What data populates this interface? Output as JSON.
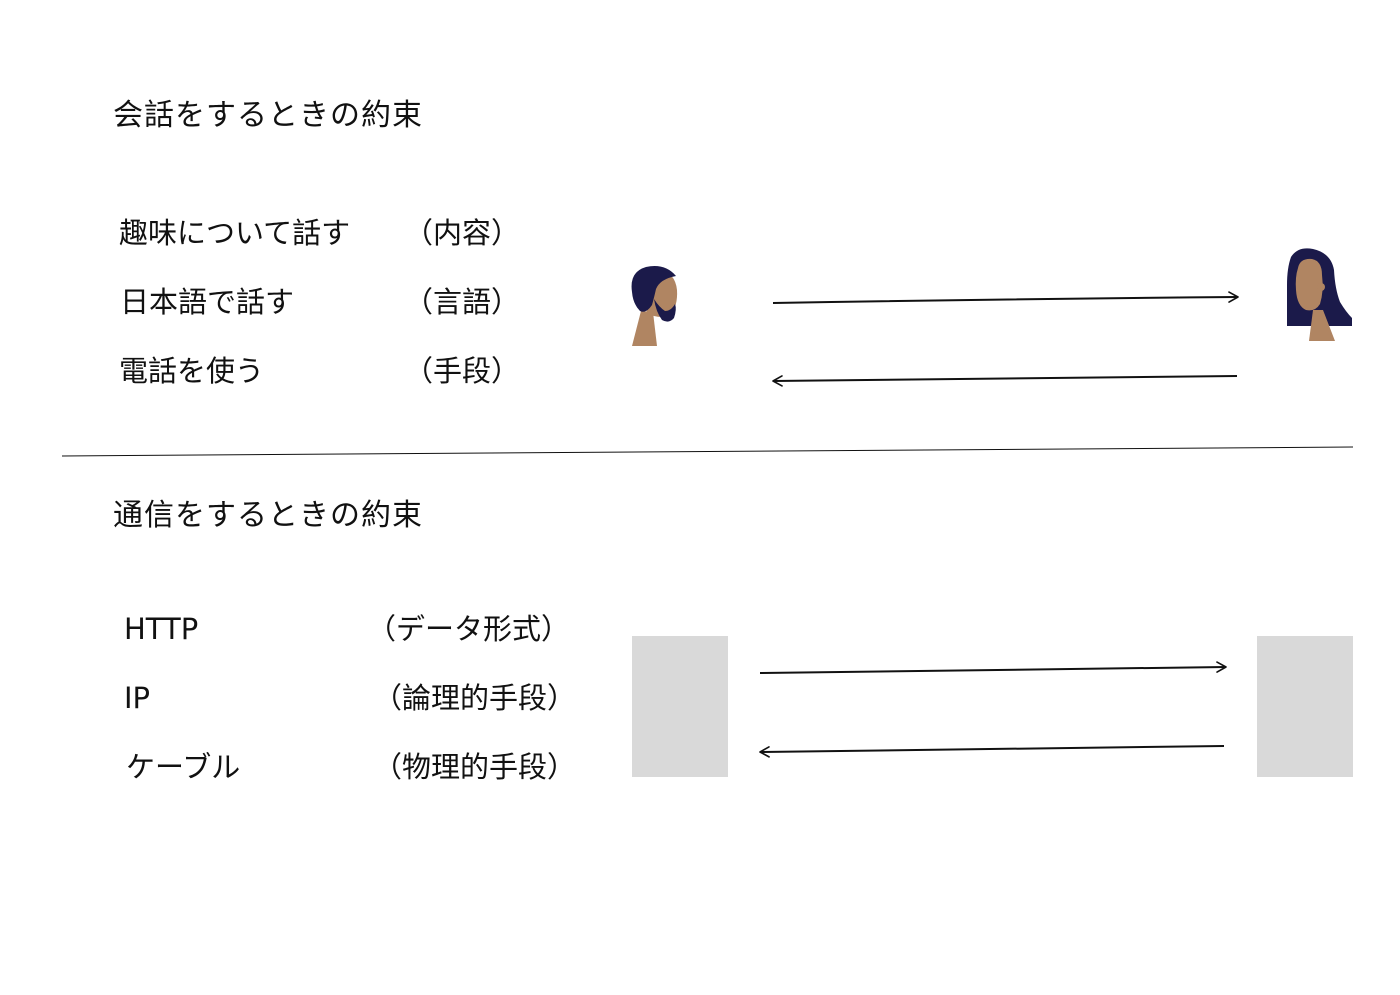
{
  "conversation": {
    "title": "会話をするときの約束",
    "rows": [
      {
        "label": "趣味について話す",
        "note": "（内容）"
      },
      {
        "label": "日本語で話す",
        "note": "（言語）"
      },
      {
        "label": "電話を使う",
        "note": "（手段）"
      }
    ],
    "left_icon": "man-avatar-icon",
    "right_icon": "woman-avatar-icon"
  },
  "communication": {
    "title": "通信をするときの約束",
    "rows": [
      {
        "label": "HTTP",
        "note": "（データ形式）"
      },
      {
        "label": "IP",
        "note": "（論理的手段）"
      },
      {
        "label": "ケーブル",
        "note": "（物理的手段）"
      }
    ]
  },
  "colors": {
    "ink": "#111111",
    "skin": "#b08562",
    "hair": "#1b1a4a",
    "box": "#d9d9d9"
  }
}
